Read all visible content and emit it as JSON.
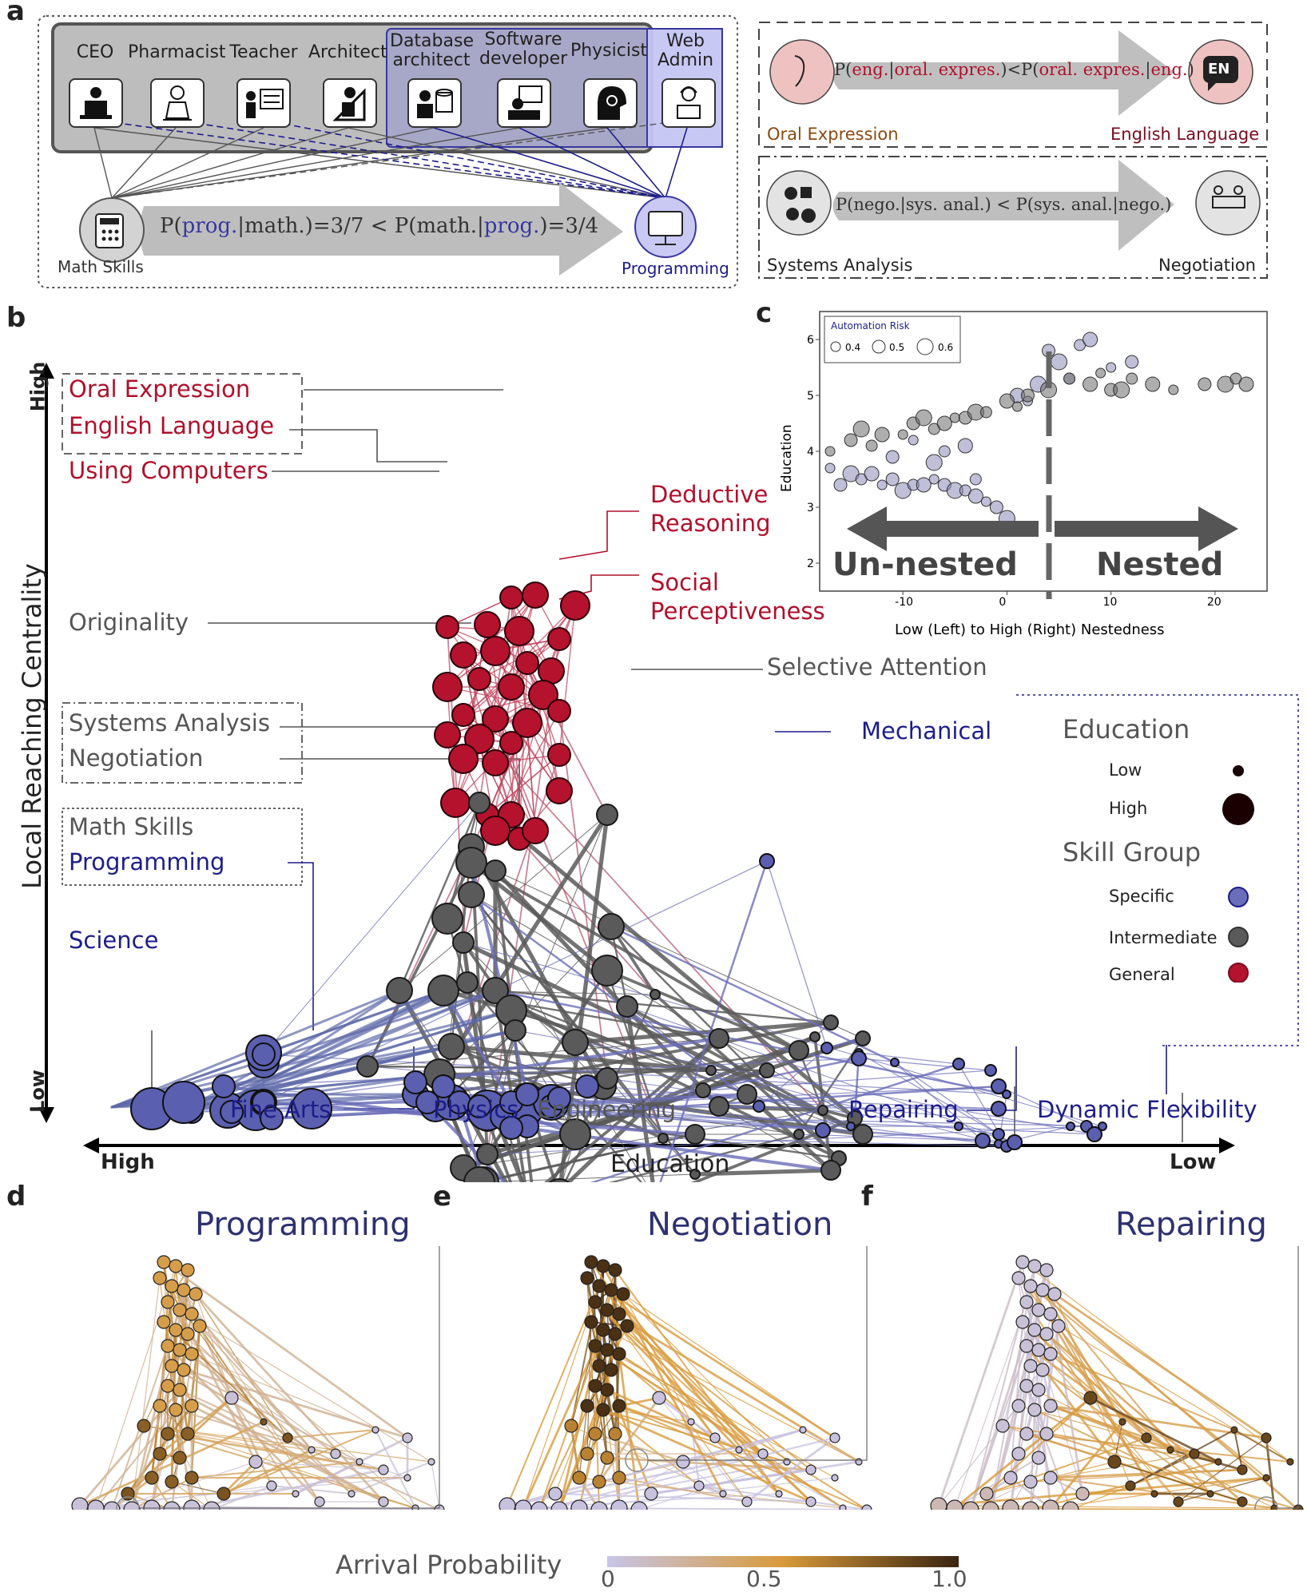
{
  "panels": {
    "a": "a",
    "b": "b",
    "c": "c",
    "d": "d",
    "e": "e",
    "f": "f"
  },
  "panel_a": {
    "occupations": [
      "CEO",
      "Pharmacist",
      "Teacher",
      "Architect",
      "Database architect",
      "Software developer",
      "Physicist",
      "Web Admin"
    ],
    "occ_lines": {
      "ceo": "CEO",
      "pharmacist": "Pharmacist",
      "teacher": "Teacher",
      "architect": "Architect",
      "db1": "Database",
      "db2": "architect",
      "sw1": "Software",
      "sw2": "developer",
      "physicist": "Physicist",
      "web1": "Web",
      "web2": "Admin"
    },
    "math_skills": "Math Skills",
    "programming": "Programming",
    "formula_main": {
      "p1": "P(",
      "prog": "prog.",
      "bar1": "|math.)=3/7 < P(math.|",
      "prog2": "prog.",
      ")": ")=3/4"
    },
    "formula_oral": {
      "a": "P(",
      "b": "eng.",
      "c": "|",
      "d": "oral. expres.",
      "e": ")<P(",
      "f": "oral. expres.",
      "g": "|",
      "h": "eng.",
      "i": ")"
    },
    "oral_expression": "Oral Expression",
    "english_language": "English Language",
    "en_badge": "EN",
    "formula_nego": "P(nego.|sys. anal.) < P(sys. anal.|nego.)",
    "systems_analysis": "Systems Analysis",
    "negotiation": "Negotiation"
  },
  "panel_b": {
    "y_axis_label": "Local Reaching Centrality",
    "y_high": "High",
    "y_low": "Low",
    "x_axis_label": "Education",
    "x_high": "High",
    "x_low": "Low",
    "labels": {
      "oral": "Oral Expression",
      "english": "English Language",
      "computers": "Using Computers",
      "deductive1": "Deductive",
      "deductive2": "Reasoning",
      "social1": "Social",
      "social2": "Perceptiveness",
      "originality": "Originality",
      "selective": "Selective Attention",
      "systems": "Systems Analysis",
      "negotiation": "Negotiation",
      "mechanical": "Mechanical",
      "math": "Math Skills",
      "programming": "Programming",
      "science": "Science",
      "finearts": "Fine Arts",
      "physics": "Physics",
      "engineering": "Engineering",
      "repairing": "Repairing",
      "dynamic": "Dynamic Flexibility"
    },
    "legend": {
      "education_title": "Education",
      "low": "Low",
      "high": "High",
      "skill_title": "Skill Group",
      "specific": "Specific",
      "intermediate": "Intermediate",
      "general": "General",
      "colors": {
        "specific": "#6a6db8",
        "intermediate": "#5a5a5a",
        "general": "#b5122e"
      }
    }
  },
  "chart_data": {
    "type": "scatter",
    "xlabel": "Low (Left) to High (Right) Nestedness",
    "ylabel": "Education",
    "xlim": [
      -18,
      25
    ],
    "ylim": [
      1.5,
      6.5
    ],
    "xticks": [
      -10,
      0,
      10,
      20
    ],
    "yticks": [
      2,
      3,
      4,
      5,
      6
    ],
    "legend_title": "Automation Risk",
    "legend_sizes": [
      "0.4",
      "0.5",
      "0.6"
    ],
    "legend_placement": "top-left",
    "annotations": {
      "left": "Un-nested",
      "right": "Nested"
    },
    "series": [
      {
        "color": "#8a8ab8",
        "points": [
          [
            -17,
            3.7
          ],
          [
            -16,
            3.4
          ],
          [
            -15,
            3.6
          ],
          [
            -14,
            3.5
          ],
          [
            -13,
            3.6
          ],
          [
            -12,
            3.4
          ],
          [
            -11,
            3.5
          ],
          [
            -10,
            3.3
          ],
          [
            -9,
            3.4
          ],
          [
            -8,
            3.4
          ],
          [
            -7,
            3.5
          ],
          [
            -6,
            3.4
          ],
          [
            -5,
            3.3
          ],
          [
            -4,
            3.3
          ],
          [
            -3,
            3.2
          ],
          [
            -2,
            3.1
          ],
          [
            -1,
            3.0
          ],
          [
            0,
            2.8
          ],
          [
            -6,
            4.0
          ],
          [
            -4,
            4.1
          ],
          [
            -9,
            4.2
          ],
          [
            -11,
            3.9
          ],
          [
            -7,
            3.8
          ],
          [
            -3,
            3.5
          ],
          [
            1,
            5.0
          ],
          [
            2,
            4.9
          ],
          [
            4,
            5.8
          ],
          [
            5,
            5.6
          ],
          [
            7,
            5.9
          ],
          [
            8,
            6.0
          ],
          [
            10,
            5.5
          ],
          [
            12,
            5.6
          ],
          [
            3,
            5.2
          ],
          [
            6,
            5.3
          ]
        ]
      },
      {
        "color": "#6b6b6b",
        "points": [
          [
            -17,
            4.0
          ],
          [
            -15,
            4.2
          ],
          [
            -14,
            4.4
          ],
          [
            -13,
            4.1
          ],
          [
            -12,
            4.3
          ],
          [
            -10,
            4.3
          ],
          [
            -9,
            4.5
          ],
          [
            -8,
            4.6
          ],
          [
            -7,
            4.4
          ],
          [
            -6,
            4.5
          ],
          [
            -5,
            4.6
          ],
          [
            -4,
            4.6
          ],
          [
            -3,
            4.7
          ],
          [
            -2,
            4.7
          ],
          [
            0,
            4.9
          ],
          [
            1,
            4.8
          ],
          [
            2,
            5.0
          ],
          [
            4,
            5.1
          ],
          [
            6,
            5.3
          ],
          [
            8,
            5.2
          ],
          [
            9,
            5.4
          ],
          [
            10,
            5.1
          ],
          [
            11,
            5.1
          ],
          [
            12,
            5.3
          ],
          [
            14,
            5.2
          ],
          [
            16,
            5.1
          ],
          [
            19,
            5.2
          ],
          [
            21,
            5.2
          ],
          [
            22,
            5.3
          ],
          [
            23,
            5.2
          ]
        ]
      }
    ]
  },
  "panel_def": {
    "d_title": "Programming",
    "e_title": "Negotiation",
    "f_title": "Repairing",
    "colorbar_label": "Arrival Probability",
    "cb0": "0",
    "cb1": "0.5",
    "cb2": "1.0"
  }
}
